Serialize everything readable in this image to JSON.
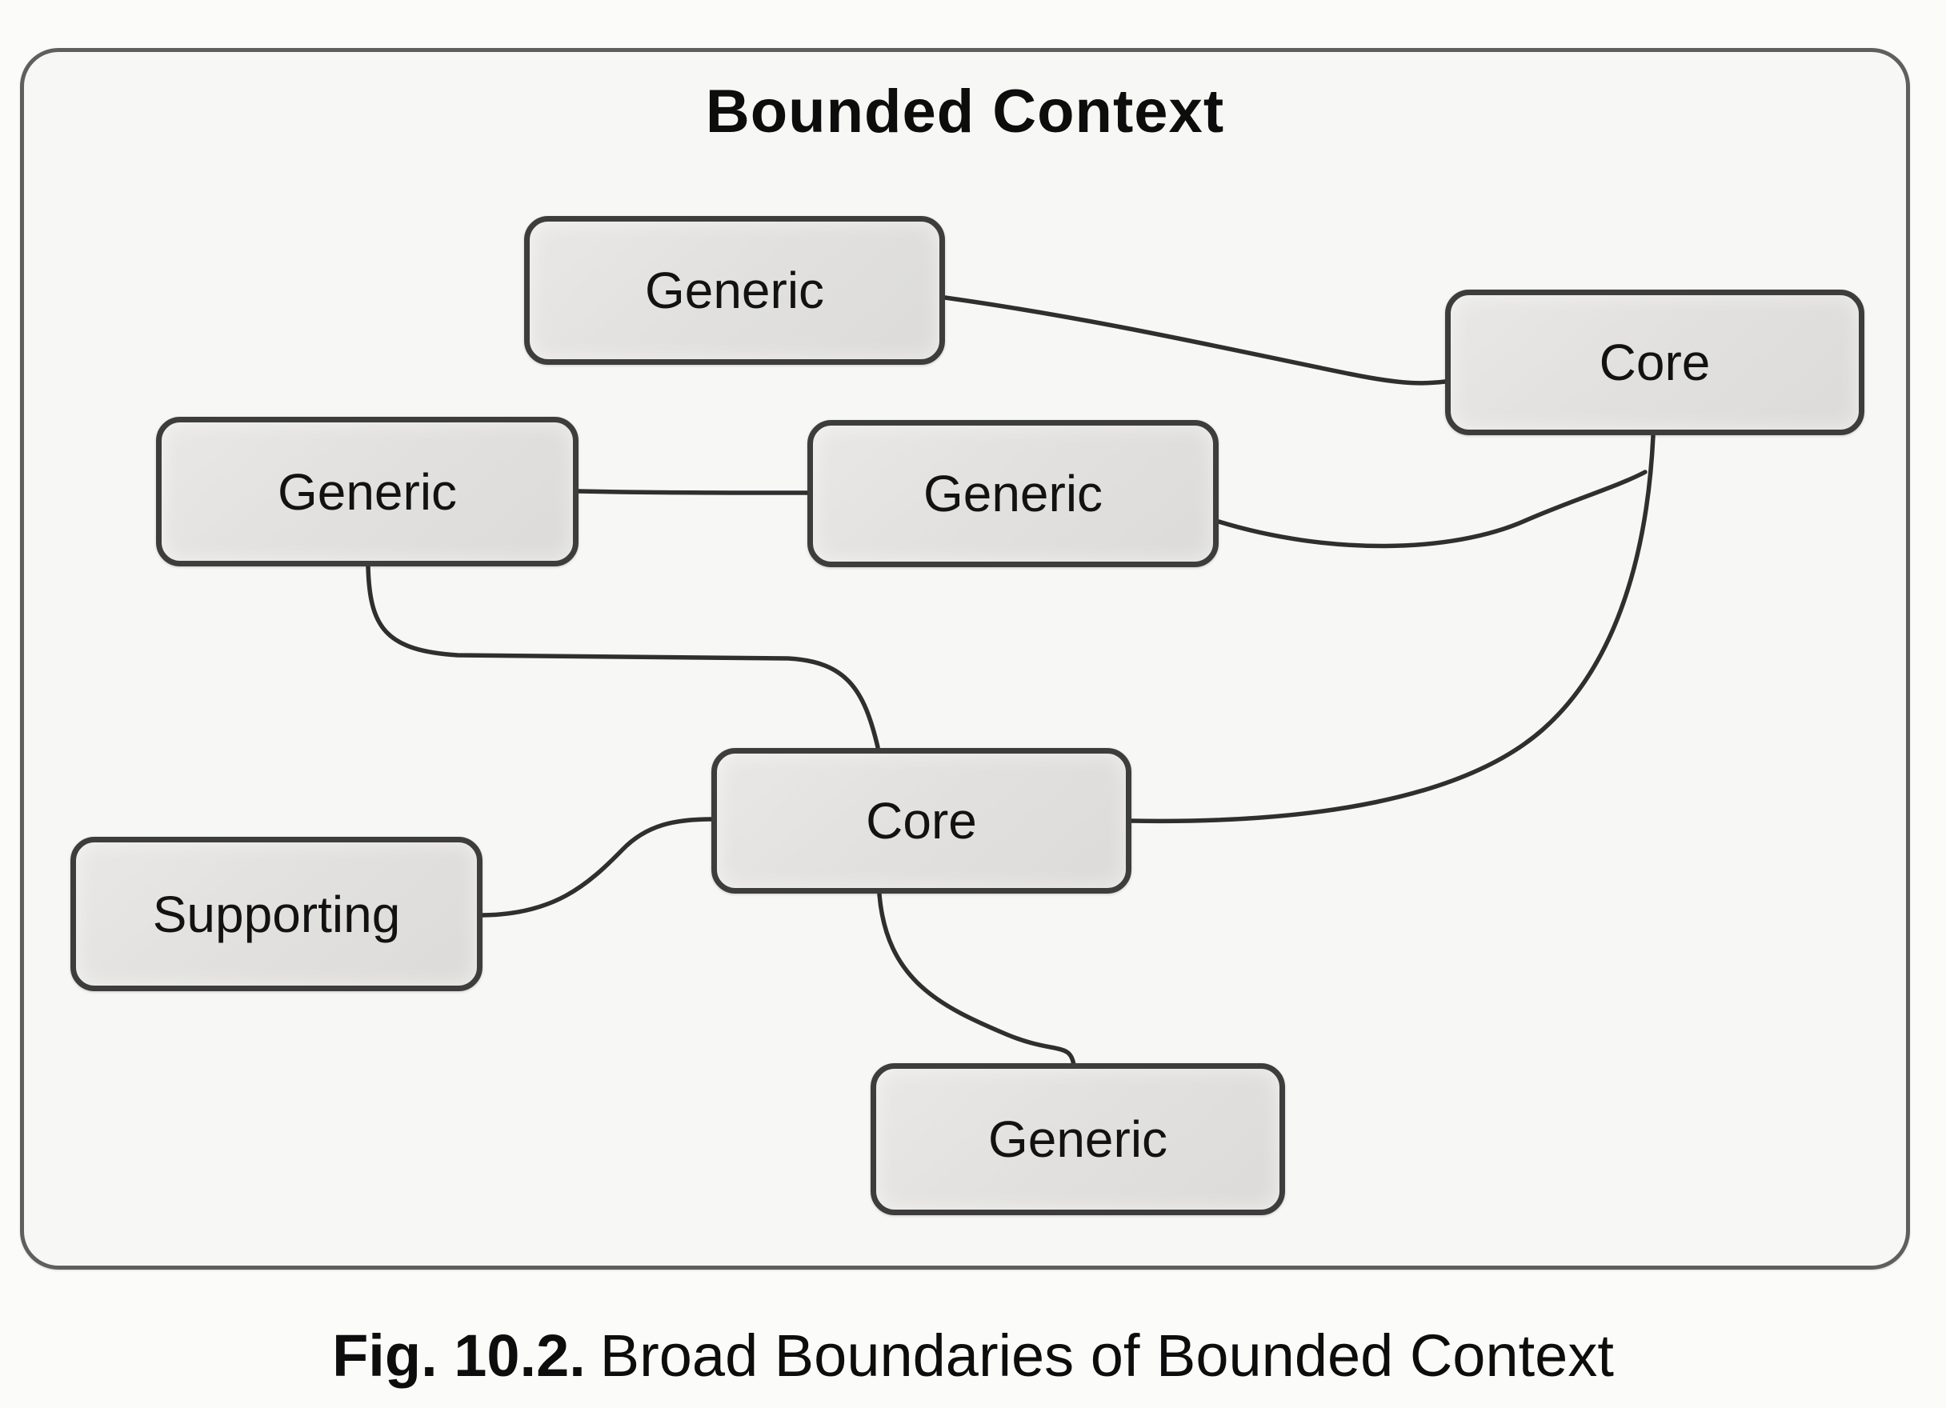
{
  "diagram": {
    "title": "Bounded Context",
    "nodes": [
      {
        "id": "generic-top",
        "label": "Generic",
        "type": "generic"
      },
      {
        "id": "core-top",
        "label": "Core",
        "type": "core"
      },
      {
        "id": "generic-left",
        "label": "Generic",
        "type": "generic"
      },
      {
        "id": "generic-middle",
        "label": "Generic",
        "type": "generic"
      },
      {
        "id": "core-middle",
        "label": "Core",
        "type": "core"
      },
      {
        "id": "supporting",
        "label": "Supporting",
        "type": "supporting"
      },
      {
        "id": "generic-bottom",
        "label": "Generic",
        "type": "generic"
      }
    ],
    "edges": [
      {
        "from": "generic-top",
        "to": "core-top"
      },
      {
        "from": "generic-left",
        "to": "generic-middle"
      },
      {
        "from": "generic-middle",
        "to": "core-top"
      },
      {
        "from": "generic-left",
        "to": "core-middle"
      },
      {
        "from": "supporting",
        "to": "core-middle"
      },
      {
        "from": "core-top",
        "to": "core-middle"
      },
      {
        "from": "core-middle",
        "to": "generic-bottom"
      }
    ],
    "colors": {
      "node_fill": "#e2e1df",
      "node_border": "#3d3d3d",
      "edge_stroke": "#2f2f2f",
      "frame_border": "#5f5f5f",
      "background": "#f7f7f5"
    }
  },
  "caption": {
    "bold": "Fig. 10.2.",
    "rest": "Broad Boundaries of Bounded Context"
  }
}
